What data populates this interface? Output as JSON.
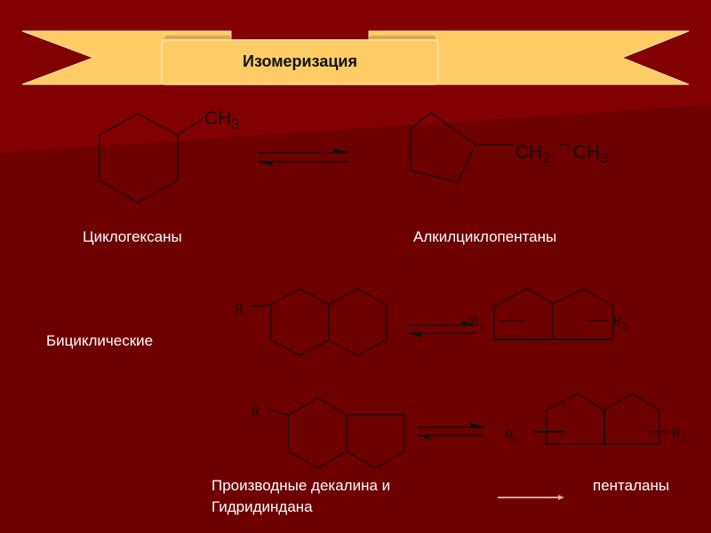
{
  "slide": {
    "title": "Изомеризация",
    "colors": {
      "background_top": "#820000",
      "background_bottom": "#6e0000",
      "ribbon": "#ffcc66",
      "line": "#111111",
      "text": "#ffffff"
    },
    "row1": {
      "left_label": "Циклогексаны",
      "right_label": "Алкилциклопентаны",
      "methyl": "CH",
      "methyl_sub": "3",
      "ethyl_a": "CH",
      "ethyl_a_sub": "2",
      "ethyl_b": "CH",
      "ethyl_b_sub": "3"
    },
    "row2": {
      "label": "Бициклические",
      "substituent": "R",
      "r1": "R",
      "r1_sub": "1",
      "r2": "R",
      "r2_sub": "2"
    },
    "row3": {
      "substituent": "R",
      "r1": "R",
      "r1_sub": "1",
      "r2": "R",
      "r2_sub": "2"
    },
    "footer": {
      "left_line1": "Производные декалина и",
      "left_line2": "Гидридиндана",
      "right": "пенталаны"
    }
  }
}
